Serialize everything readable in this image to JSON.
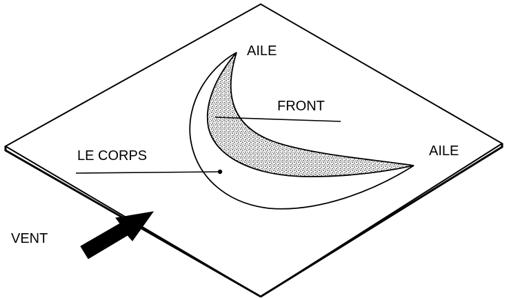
{
  "labels": {
    "wing_top": "AILE",
    "wing_right": "AILE",
    "front": "FRONT",
    "body": "LE CORPS",
    "wind": "VENT"
  },
  "colors": {
    "ink": "#000000",
    "background": "#ffffff"
  }
}
